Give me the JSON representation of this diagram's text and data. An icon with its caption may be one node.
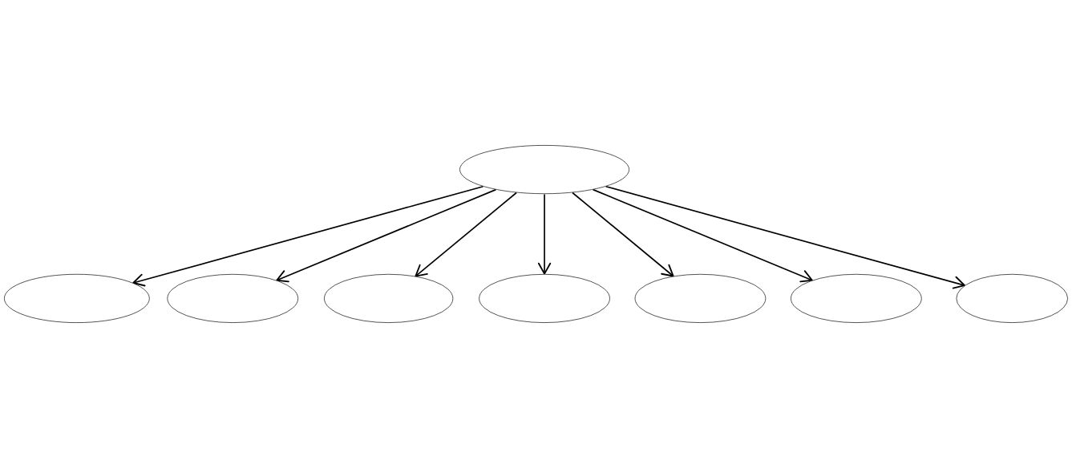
{
  "diagram": {
    "nodes": [
      {
        "text": [],
        "shape": "ellipse"
      },
      {
        "text": [],
        "shape": "ellipse"
      },
      {
        "text": [],
        "shape": "ellipse"
      },
      {
        "text": [],
        "shape": "ellipse"
      },
      {
        "text": [],
        "shape": "ellipse"
      },
      {
        "text": [],
        "shape": "ellipse"
      },
      {
        "text": [],
        "shape": "ellipse"
      },
      {
        "text": [],
        "shape": "ellipse"
      }
    ],
    "edges": [
      {
        "from": 4,
        "to": 0,
        "arrow": "to"
      },
      {
        "from": 4,
        "to": 1,
        "arrow": "to"
      },
      {
        "from": 4,
        "to": 2,
        "arrow": "to"
      },
      {
        "from": 4,
        "to": 3,
        "arrow": "to"
      },
      {
        "from": 4,
        "to": 5,
        "arrow": "to"
      },
      {
        "from": 4,
        "to": 6,
        "arrow": "to"
      },
      {
        "from": 4,
        "to": 7,
        "arrow": "to"
      }
    ]
  }
}
